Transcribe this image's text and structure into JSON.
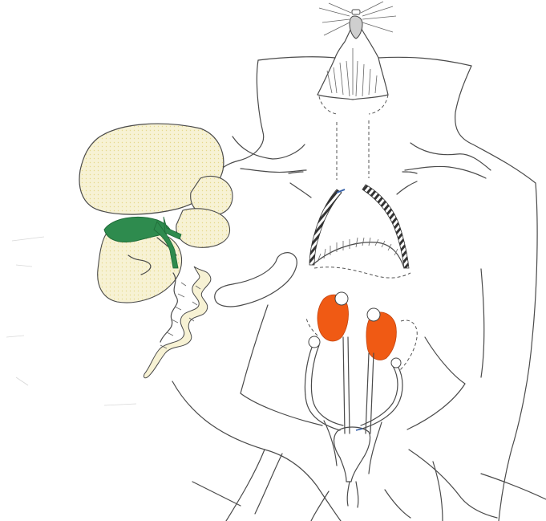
{
  "colors": {
    "liver": "#f7f2d4",
    "liver_dots": "#e6d98c",
    "gallbladder": "#2e8b4e",
    "kidneys": "#f05a14",
    "outline": "#4a4a4a",
    "background": "#ffffff"
  },
  "parts": [
    {
      "key": "head",
      "icon": "rodent-head-icon"
    },
    {
      "key": "liver",
      "icon": "liver-icon"
    },
    {
      "key": "gallbladder",
      "icon": "gallbladder-icon"
    },
    {
      "key": "intestine",
      "icon": "intestine-icon"
    },
    {
      "key": "stomach",
      "icon": "stomach-icon"
    },
    {
      "key": "diaphragm",
      "icon": "ribcage-icon"
    },
    {
      "key": "kidneys",
      "icon": "kidney-icon"
    },
    {
      "key": "ureters",
      "icon": "ureter-icon"
    },
    {
      "key": "bladder",
      "icon": "bladder-icon"
    }
  ]
}
